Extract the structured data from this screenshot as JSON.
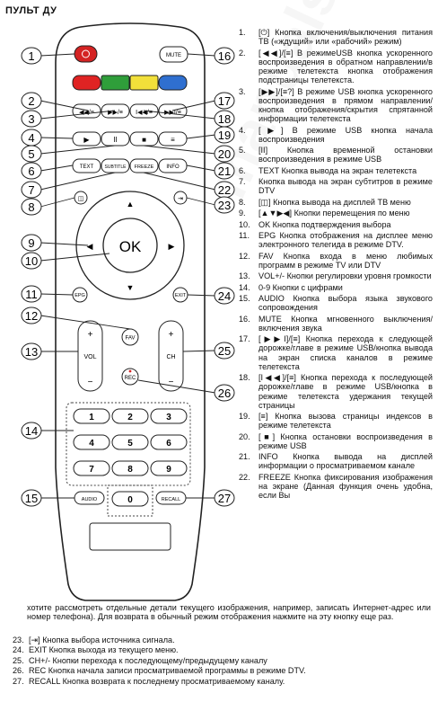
{
  "title": "ПУЛЬТ ДУ",
  "remote": {
    "mute": "MUTE",
    "text": "TEXT",
    "subtitle": "SUBTITLE",
    "freeze": "FREEZE",
    "info": "INFO",
    "ok": "OK",
    "epg": "EPG",
    "exit": "EXIT",
    "fav": "FAV",
    "vol": "VOL",
    "ch": "CH",
    "rec": "REC",
    "audio": "AUDIO",
    "recall": "RECALL",
    "plus": "+",
    "minus": "−",
    "digits": [
      "1",
      "2",
      "3",
      "4",
      "5",
      "6",
      "7",
      "8",
      "9",
      "0"
    ],
    "colors": [
      "#e02323",
      "#2f9e3a",
      "#f2e03a",
      "#2f6fd0"
    ],
    "callouts": [
      "1",
      "2",
      "3",
      "4",
      "5",
      "6",
      "7",
      "8",
      "9",
      "10",
      "11",
      "12",
      "13",
      "14",
      "15",
      "16",
      "17",
      "18",
      "19",
      "20",
      "21",
      "22",
      "23",
      "24",
      "25",
      "26",
      "27"
    ]
  },
  "list": [
    {
      "n": "1.",
      "t": "[⏻] Кнопка включения/выключения питания ТВ («ждущий» или «рабочий» режим)"
    },
    {
      "n": "2.",
      "t": "[◀◀]/[≡] В режимеUSB кнопка ускоренного воспроизведения в обратном направлении/в режиме телетекста кнопка отображения подстраницы телетекста."
    },
    {
      "n": "3.",
      "t": "[▶▶]/[≡?] В режиме USB кнопка ускоренного воспроизведения в прямом направлении/кнопка отображения/скрытия спрятанной информации телетекста"
    },
    {
      "n": "4.",
      "t": "[▶] В режиме USB кнопка начала воспроизведения"
    },
    {
      "n": "5.",
      "t": "[II] Кнопка временной остановки воспроизведения в режиме USB"
    },
    {
      "n": "6.",
      "t": "TEXT Кнопка вывода на экран телетекста"
    },
    {
      "n": "7.",
      "t": "Кнопка вывода на экран субтитров в режиме DTV"
    },
    {
      "n": "8.",
      "t": "[◫] Кнопка вывода на дисплей ТВ меню"
    },
    {
      "n": "9.",
      "t": "[▲▼▶◀] Кнопки перемещения по меню"
    },
    {
      "n": "10.",
      "t": "OK Кнопка подтверждения выбора"
    },
    {
      "n": "11.",
      "t": "EPG Кнопка отображения на дисплее меню электронного телегида в режиме DTV."
    },
    {
      "n": "12.",
      "t": "FAV Кнопка входа в меню любимых программ в режиме TV или DTV"
    },
    {
      "n": "13.",
      "t": "VOL+/- Кнопки регулировки уровня громкости"
    },
    {
      "n": "14.",
      "t": "0-9 Кнопки с цифрами"
    },
    {
      "n": "15.",
      "t": "AUDIO Кнопка выбора языка звукового сопровождения"
    },
    {
      "n": "16.",
      "t": "MUTE Кнопка мгновенного выключения/включения звука"
    },
    {
      "n": "17.",
      "t": "[▶▶I]/[≡] Кнопка перехода к следующей дорожке/главе в режиме USB/кнопка вывода на экран списка каналов в режиме телетекста"
    },
    {
      "n": "18.",
      "t": "[I◀◀]/[≡] Кнопка перехода к последующей дорожке/главе в режиме USB/кнопка в режиме телетекста удержания текущей страницы"
    },
    {
      "n": "19.",
      "t": "[≡] Кнопка вызова страницы индексов в режиме телетекста"
    },
    {
      "n": "20.",
      "t": "[■] Кнопка остановки воспроизведения в режиме USB"
    },
    {
      "n": "21.",
      "t": "INFO Кнопка вывода на дисплей информации о просматриваемом канале"
    },
    {
      "n": "22.",
      "t": "FREEZE Кнопка фиксирования изображения на экране (Данная функция очень удобна, если Вы"
    }
  ],
  "continuation": "хотите рассмотреть отдельные детали текущего изображения, например, записать Интернет-адрес или номер телефона). Для возврата в обычный режим отображения нажмите на эту кнопку еще раз.",
  "bottom": [
    {
      "n": "23.",
      "t": "[⇥] Кнопка выбора источника сигнала."
    },
    {
      "n": "24.",
      "t": "EXIT Кнопка выхода из текущего меню."
    },
    {
      "n": "25.",
      "t": "CH+/- Кнопки перехода к последующему/предыдущему каналу"
    },
    {
      "n": "26.",
      "t": "REC Кнопка начала записи просматриваемой программы в режиме DTV."
    },
    {
      "n": "27.",
      "t": "RECALL Кнопка возврата к последнему просматриваемому каналу."
    }
  ]
}
